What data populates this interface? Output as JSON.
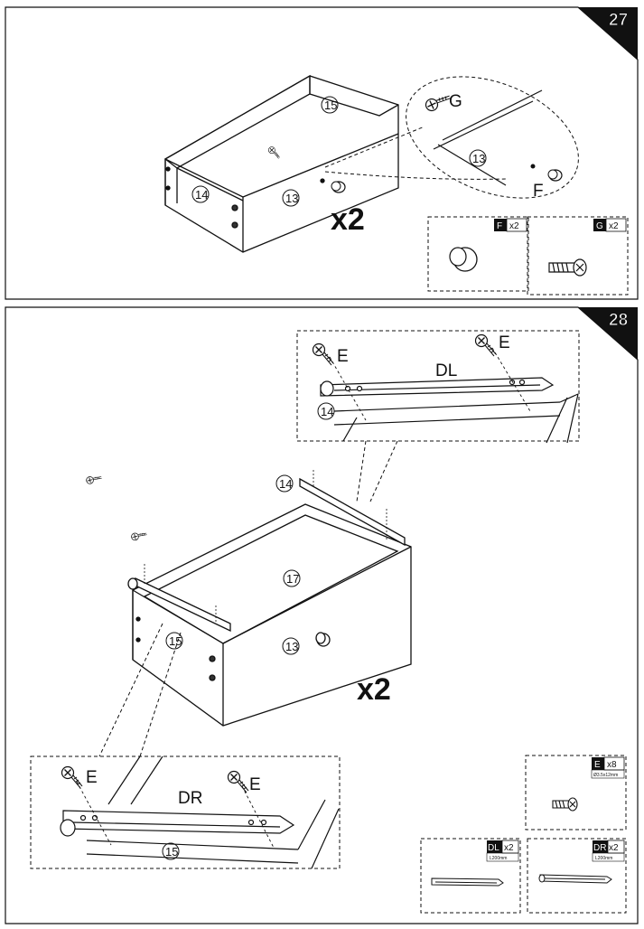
{
  "step27": {
    "number": "27",
    "parts": {
      "p15": "15",
      "p14": "14",
      "p13": "13",
      "detail13": "13"
    },
    "labels": {
      "G": "G",
      "F": "F"
    },
    "multiplier": "x2",
    "hardware": [
      {
        "code": "F",
        "qty": "x2",
        "icon": "knob-icon"
      },
      {
        "code": "G",
        "qty": "x2",
        "icon": "screw-icon"
      }
    ]
  },
  "step28": {
    "number": "28",
    "parts": {
      "p14": "14",
      "p17": "17",
      "p15": "15",
      "p13": "13",
      "detail14": "14",
      "detail15": "15"
    },
    "labels": {
      "E": "E",
      "DL": "DL",
      "DR": "DR"
    },
    "multiplier": "x2",
    "hardware": [
      {
        "code": "E",
        "qty": "x8",
        "spec": "Ø3.5x12mm",
        "icon": "screw-icon"
      },
      {
        "code": "DL",
        "qty": "x2",
        "spec": "L200mm",
        "icon": "drawer-slide-icon"
      },
      {
        "code": "DR",
        "qty": "x2",
        "spec": "L200mm",
        "icon": "drawer-slide-icon"
      }
    ]
  }
}
